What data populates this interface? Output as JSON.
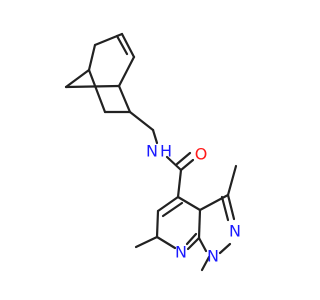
{
  "molecule": {
    "atoms": [
      {
        "id": "nh",
        "element": "N",
        "label": "N",
        "label_suffix": "H",
        "color": "#1a1aff"
      },
      {
        "id": "o",
        "element": "O",
        "label": "O",
        "color": "#ff1a1a"
      },
      {
        "id": "n_pyrazole_2",
        "element": "N",
        "label": "N",
        "color": "#1a1aff"
      },
      {
        "id": "n_pyrazole_1",
        "element": "N",
        "label": "N",
        "color": "#1a1aff"
      },
      {
        "id": "n_pyridine",
        "element": "N",
        "label": "N",
        "color": "#1a1aff"
      }
    ],
    "bond_color": "#222222"
  }
}
